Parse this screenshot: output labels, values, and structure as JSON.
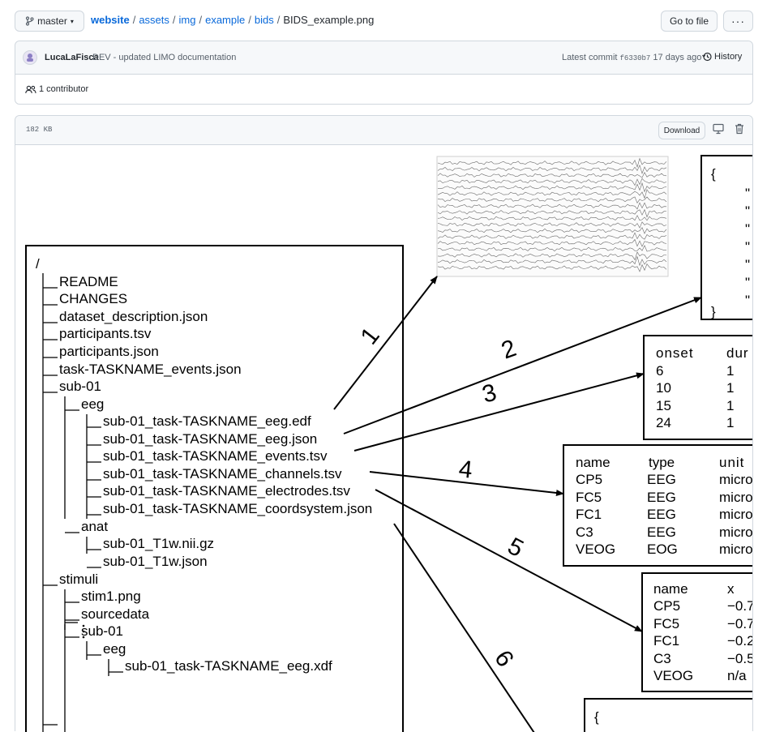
{
  "branch": {
    "label": "master"
  },
  "breadcrumb": {
    "root": "website",
    "parts": [
      "assets",
      "img",
      "example",
      "bids"
    ],
    "file": "BIDS_example.png"
  },
  "actions": {
    "goto_label": "Go to file",
    "more_label": "···"
  },
  "commit": {
    "author": "LucaLaFisca",
    "message": "DEV - updated LIMO documentation",
    "latest_label": "Latest commit",
    "sha": "f6330b7",
    "age": "17 days ago",
    "history_label": "History"
  },
  "contributors": {
    "label": "1 contributor"
  },
  "file": {
    "size": "182 KB",
    "download_label": "Download"
  },
  "figure": {
    "tree": {
      "root": "/",
      "items": [
        "README",
        "CHANGES",
        "dataset_description.json",
        "participants.tsv",
        "participants.json",
        "task-TASKNAME_events.json",
        "sub-01",
        "eeg",
        "sub-01_task-TASKNAME_eeg.edf",
        "sub-01_task-TASKNAME_eeg.json",
        "sub-01_task-TASKNAME_events.tsv",
        "sub-01_task-TASKNAME_channels.tsv",
        "sub-01_task-TASKNAME_electrodes.tsv",
        "sub-01_task-TASKNAME_coordsystem.json",
        "anat",
        "sub-01_T1w.nii.gz",
        "sub-01_T1w.json",
        "stimuli",
        "stim1.png",
        "sourcedata",
        "sub-01",
        "eeg",
        "sub-01_task-TASKNAME_eeg.xdf"
      ]
    },
    "arrow_labels": [
      "1",
      "2",
      "3",
      "4",
      "5",
      "6"
    ],
    "json_box": {
      "open": "{",
      "close": "}",
      "quote": "\""
    },
    "events": {
      "headers": [
        "onset",
        "dur"
      ],
      "rows": [
        [
          "6",
          "1"
        ],
        [
          "10",
          "1"
        ],
        [
          "15",
          "1"
        ],
        [
          "24",
          "1"
        ]
      ]
    },
    "channels": {
      "headers": [
        "name",
        "type",
        "unit"
      ],
      "rows": [
        [
          "CP5",
          "EEG",
          "micro"
        ],
        [
          "FC5",
          "EEG",
          "micro"
        ],
        [
          "FC1",
          "EEG",
          "micro"
        ],
        [
          "C3",
          "EEG",
          "micro"
        ],
        [
          "VEOG",
          "EOG",
          "micro"
        ]
      ]
    },
    "electrodes": {
      "headers": [
        "name",
        "x"
      ],
      "rows": [
        [
          "CP5",
          "−0.7"
        ],
        [
          "FC5",
          "−0.7"
        ],
        [
          "FC1",
          "−0.2"
        ],
        [
          "C3",
          "−0.5"
        ],
        [
          "VEOG",
          "n/a"
        ]
      ]
    },
    "coord_box": {
      "open": "{"
    }
  }
}
